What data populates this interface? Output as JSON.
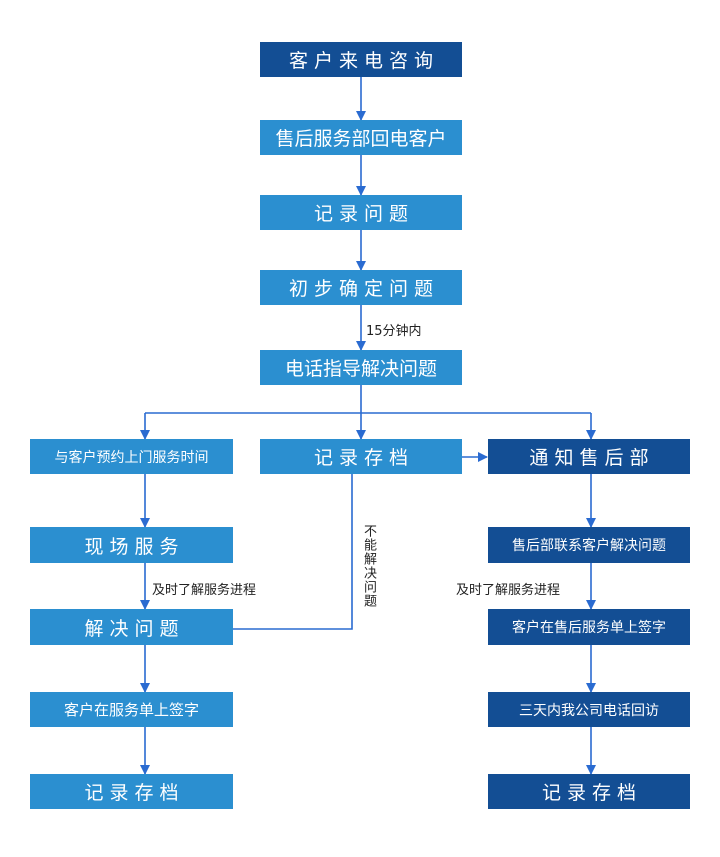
{
  "nodes": {
    "customer_call": "客户来电咨询",
    "aftersales_callback": "售后服务部回电客户",
    "record_issue": "记 录 问 题",
    "initial_confirm": "初步确定问题",
    "phone_guide": "电话指导解决问题",
    "schedule_service": "与客户预约上门服务时间",
    "record_archive_center": "记 录 存 档",
    "notify_aftersales": "通 知 售 后 部",
    "onsite_service": "现 场 服 务",
    "contact_customer": "售后部联系客户解决问题",
    "solve_issue": "解 决 问 题",
    "sign_aftersales_form": "客户在售后服务单上签字",
    "sign_service_form": "客户在服务单上签字",
    "followup_call": "三天内我公司电话回访",
    "record_archive_left": "记 录 存 档",
    "record_archive_right": "记 录 存 档"
  },
  "labels": {
    "within_15min": "15分钟内",
    "progress_left": "及时了解服务进程",
    "progress_right": "及时了解服务进程",
    "cannot_solve": "不能解决问题"
  },
  "colors": {
    "dark_box": "#134e94",
    "light_box": "#2b8fd0",
    "connector": "#2a6bd1"
  }
}
